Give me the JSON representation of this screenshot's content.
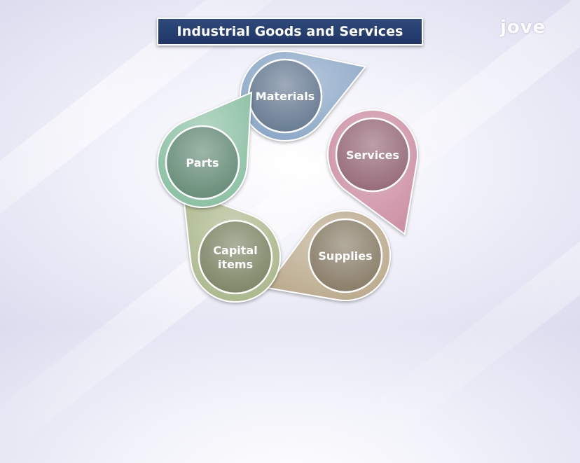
{
  "title": "Industrial Goods and Services",
  "logo": "jove",
  "items": [
    {
      "id": "materials",
      "lines": [
        "Materials"
      ],
      "color": "#7f97b3"
    },
    {
      "id": "services",
      "lines": [
        "Services"
      ],
      "color": "#b88294"
    },
    {
      "id": "supplies",
      "lines": [
        "Supplies"
      ],
      "color": "#a89a80"
    },
    {
      "id": "capital-items",
      "lines": [
        "Capital",
        "items"
      ],
      "color": "#9aa57e"
    },
    {
      "id": "parts",
      "lines": [
        "Parts"
      ],
      "color": "#7eac92"
    }
  ]
}
